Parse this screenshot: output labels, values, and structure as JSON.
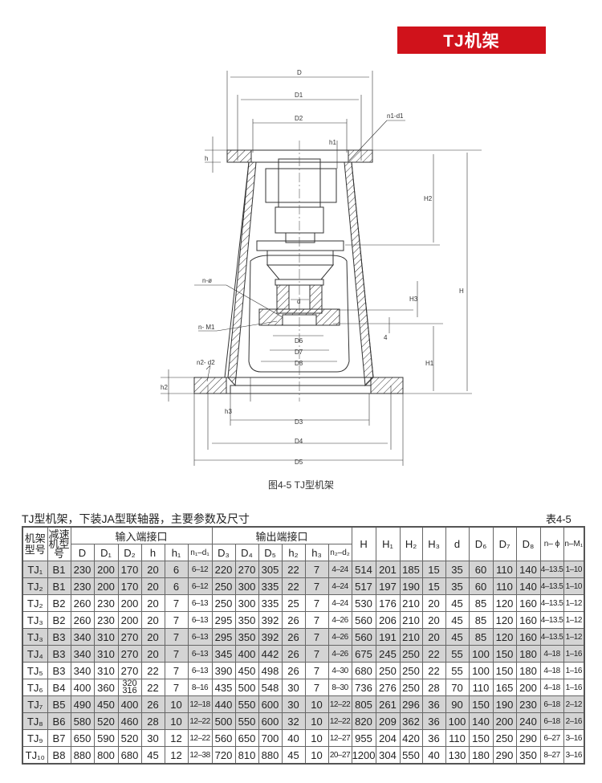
{
  "banner": {
    "title": "TJ机架"
  },
  "diagram": {
    "caption": "图4-5   TJ型机架",
    "labels": {
      "D": "D",
      "D1": "D1",
      "D2": "D2",
      "h": "h",
      "h1": "h1",
      "n1d1": "n1-d1",
      "H2": "H2",
      "H": "H",
      "n_phi": "n-ø",
      "H3": "H3",
      "d": "d",
      "nM1": "n- M1",
      "four": "4",
      "D6": "D6",
      "D7": "D7",
      "D8": "D8",
      "H1": "H1",
      "n2d2": "n2- d2",
      "h2": "h2",
      "h3": "h3",
      "D3": "D3",
      "D4": "D4",
      "D5": "D5"
    }
  },
  "table": {
    "title": "TJ型机架，下装JA型联轴器，主要参数及尺寸",
    "number": "表4-5",
    "headers": {
      "frame_model": "机架型号",
      "reducer_model": "减速机型号",
      "input_group": "输入端接口",
      "output_group": "输出端接口",
      "input_cols": [
        "D",
        "D₁",
        "D₂",
        "h",
        "h₁",
        "n₁–d₁"
      ],
      "output_cols": [
        "D₃",
        "D₄",
        "D₅",
        "h₂",
        "h₃",
        "n₂–d₂"
      ],
      "other_cols": [
        "H",
        "H₁",
        "H₂",
        "H₃",
        "d",
        "D₆",
        "D₇",
        "D₈",
        "n– ϕ",
        "n–M₁"
      ]
    },
    "rows": [
      {
        "shaded": true,
        "cells": [
          "TJ₁",
          "B1",
          "230",
          "200",
          "170",
          "20",
          "6",
          "6–12",
          "220",
          "270",
          "305",
          "22",
          "7",
          "4–24",
          "514",
          "201",
          "185",
          "15",
          "35",
          "60",
          "110",
          "140",
          "4–13.5",
          "1–10"
        ]
      },
      {
        "shaded": true,
        "cells": [
          "TJ₂",
          "B1",
          "230",
          "200",
          "170",
          "20",
          "6",
          "6–12",
          "250",
          "300",
          "335",
          "22",
          "7",
          "4–24",
          "517",
          "197",
          "190",
          "15",
          "35",
          "60",
          "110",
          "140",
          "4–13.5",
          "1–10"
        ]
      },
      {
        "shaded": false,
        "cells": [
          "TJ₂",
          "B2",
          "260",
          "230",
          "200",
          "20",
          "7",
          "6–13",
          "250",
          "300",
          "335",
          "25",
          "7",
          "4–24",
          "530",
          "176",
          "210",
          "20",
          "45",
          "85",
          "120",
          "160",
          "4–13.5",
          "1–12"
        ]
      },
      {
        "shaded": false,
        "cells": [
          "TJ₃",
          "B2",
          "260",
          "230",
          "200",
          "20",
          "7",
          "6–13",
          "295",
          "350",
          "392",
          "26",
          "7",
          "4–26",
          "560",
          "206",
          "210",
          "20",
          "45",
          "85",
          "120",
          "160",
          "4–13.5",
          "1–12"
        ]
      },
      {
        "shaded": true,
        "cells": [
          "TJ₃",
          "B3",
          "340",
          "310",
          "270",
          "20",
          "7",
          "6–13",
          "295",
          "350",
          "392",
          "26",
          "7",
          "4–26",
          "560",
          "191",
          "210",
          "20",
          "45",
          "85",
          "120",
          "160",
          "4–13.5",
          "1–12"
        ]
      },
      {
        "shaded": true,
        "cells": [
          "TJ₄",
          "B3",
          "340",
          "310",
          "270",
          "20",
          "7",
          "6–13",
          "345",
          "400",
          "442",
          "26",
          "7",
          "4–26",
          "675",
          "245",
          "250",
          "22",
          "55",
          "100",
          "150",
          "180",
          "4–18",
          "1–16"
        ]
      },
      {
        "shaded": false,
        "cells": [
          "TJ₅",
          "B3",
          "340",
          "310",
          "270",
          "22",
          "7",
          "6–13",
          "390",
          "450",
          "498",
          "26",
          "7",
          "4–30",
          "680",
          "250",
          "250",
          "22",
          "55",
          "100",
          "150",
          "180",
          "4–18",
          "1–16"
        ]
      },
      {
        "shaded": false,
        "cells": [
          "TJ₆",
          "B4",
          "400",
          "360",
          "320 316",
          "22",
          "7",
          "8–16",
          "435",
          "500",
          "548",
          "30",
          "7",
          "8–30",
          "736",
          "276",
          "250",
          "28",
          "70",
          "110",
          "165",
          "200",
          "4–18",
          "1–16"
        ]
      },
      {
        "shaded": true,
        "cells": [
          "TJ₇",
          "B5",
          "490",
          "450",
          "400",
          "26",
          "10",
          "12–18",
          "440",
          "550",
          "600",
          "30",
          "10",
          "12–22",
          "805",
          "261",
          "296",
          "36",
          "90",
          "150",
          "190",
          "230",
          "6–18",
          "2–12"
        ]
      },
      {
        "shaded": true,
        "cells": [
          "TJ₈",
          "B6",
          "580",
          "520",
          "460",
          "28",
          "10",
          "12–22",
          "500",
          "550",
          "600",
          "32",
          "10",
          "12–22",
          "820",
          "209",
          "362",
          "36",
          "100",
          "140",
          "200",
          "240",
          "6–18",
          "2–16"
        ]
      },
      {
        "shaded": false,
        "cells": [
          "TJ₉",
          "B7",
          "650",
          "590",
          "520",
          "30",
          "12",
          "12–22",
          "560",
          "650",
          "700",
          "40",
          "10",
          "12–27",
          "955",
          "204",
          "420",
          "36",
          "110",
          "150",
          "250",
          "290",
          "6–27",
          "3–16"
        ]
      },
      {
        "shaded": false,
        "cells": [
          "TJ₁₀",
          "B8",
          "880",
          "800",
          "680",
          "45",
          "12",
          "12–38",
          "720",
          "810",
          "880",
          "45",
          "10",
          "20–27",
          "1200",
          "304",
          "550",
          "40",
          "130",
          "180",
          "290",
          "350",
          "8–27",
          "3–16"
        ]
      }
    ]
  }
}
